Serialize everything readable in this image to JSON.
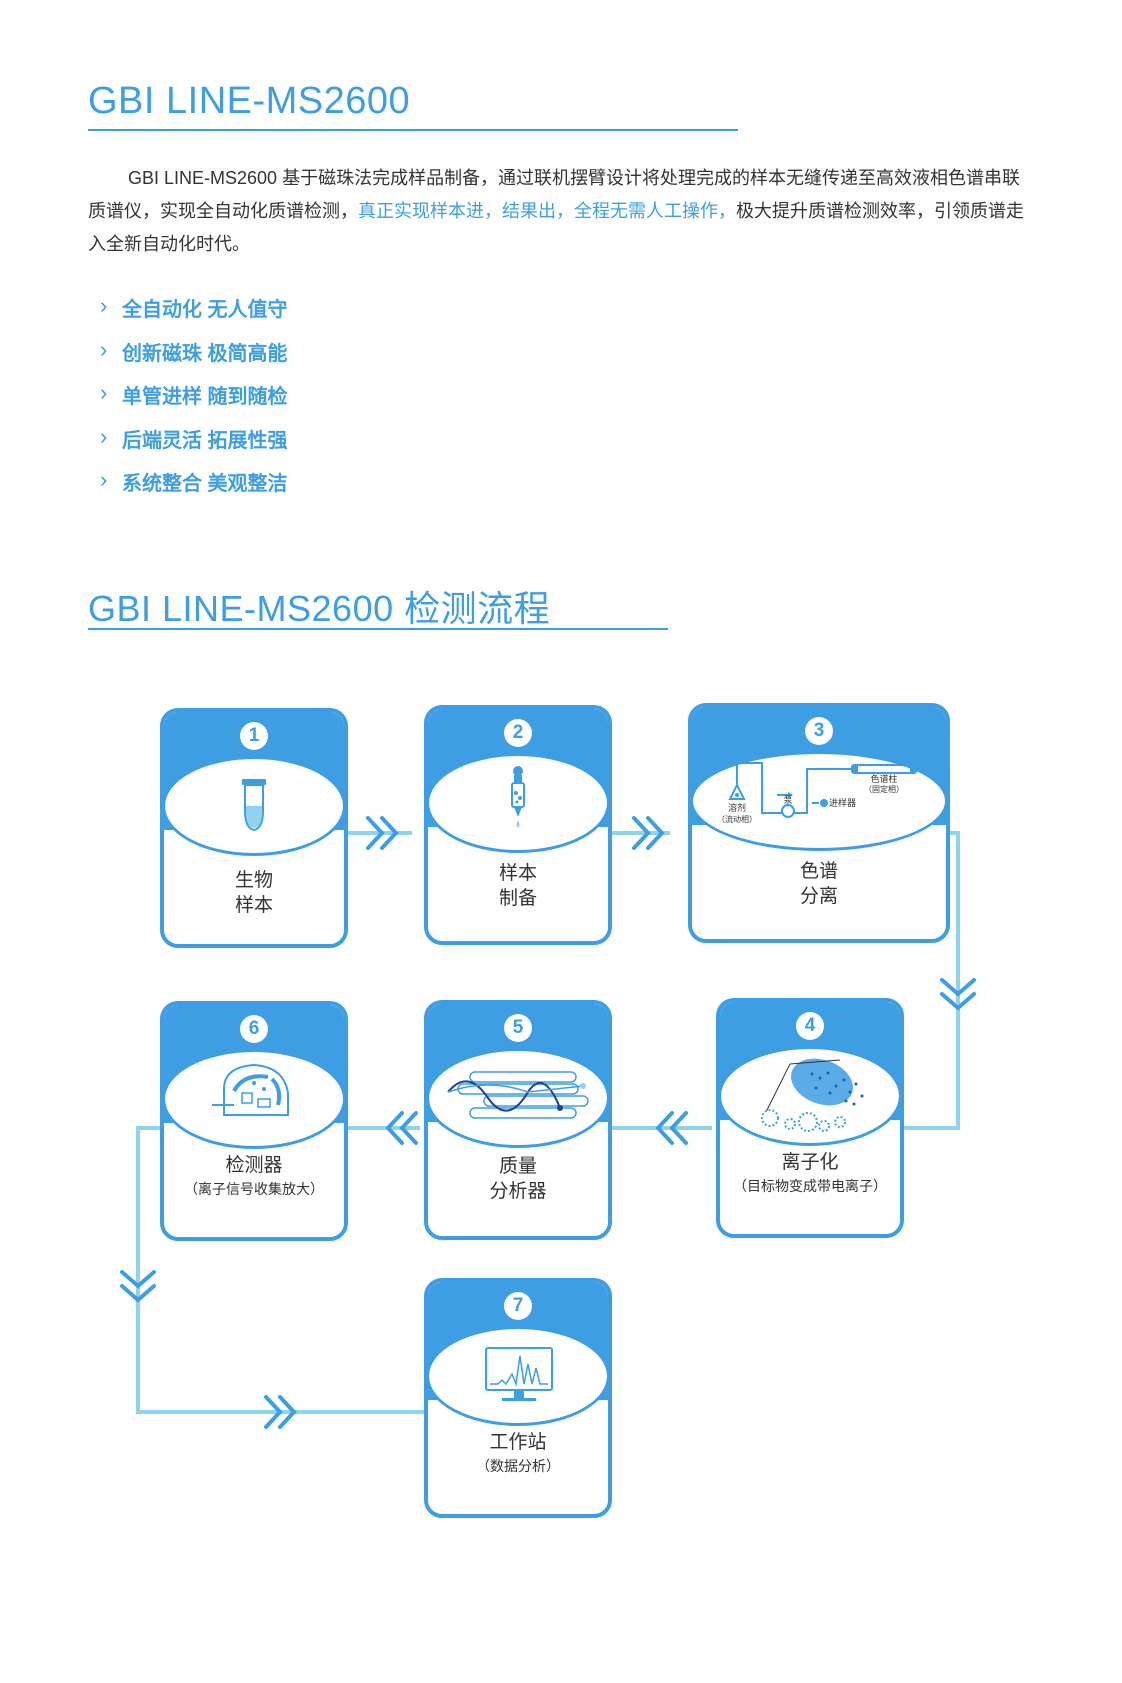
{
  "section1": {
    "title": "GBI LINE-MS2600",
    "intro_part1": "GBI LINE-MS2600 基于磁珠法完成样品制备，通过联机摆臂设计将处理完成的样本无缝传递至高效液相色谱串联质谱仪，实现全自动化质谱检测，",
    "intro_highlight": "真正实现样本进，结果出，全程无需人工操作，",
    "intro_part2": "极大提升质谱检测效率，引领质谱走入全新自动化时代。",
    "features": [
      "全自动化 无人值守",
      "创新磁珠 极简高能",
      "单管进样 随到随检",
      "后端灵活 拓展性强",
      "系统整合 美观整洁"
    ]
  },
  "section2": {
    "title": "GBI LINE-MS2600 检测流程"
  },
  "steps": [
    {
      "num": "1",
      "label_line1": "生物",
      "label_line2": "样本",
      "sub": ""
    },
    {
      "num": "2",
      "label_line1": "样本",
      "label_line2": "制备",
      "sub": ""
    },
    {
      "num": "3",
      "label_line1": "色谱",
      "label_line2": "分离",
      "sub": "",
      "icon_labels": {
        "solvent": "溶剂",
        "solvent_sub": "（流动相）",
        "pump": "泵",
        "injector": "进样器",
        "column": "色谱柱",
        "column_sub": "（固定相）"
      }
    },
    {
      "num": "4",
      "label_line1": "离子化",
      "label_line2": "",
      "sub": "（目标物变成带电离子）"
    },
    {
      "num": "5",
      "label_line1": "质量",
      "label_line2": "分析器",
      "sub": ""
    },
    {
      "num": "6",
      "label_line1": "检测器",
      "label_line2": "",
      "sub": "（离子信号收集放大）"
    },
    {
      "num": "7",
      "label_line1": "工作站",
      "label_line2": "",
      "sub": "（数据分析）"
    }
  ],
  "colors": {
    "accent": "#3d9ee4",
    "connector": "#8fd3ee",
    "arrow": "#3d9ee4"
  },
  "icons": [
    "tube-icon",
    "pipette-icon",
    "chromatography-icon",
    "ionization-icon",
    "quadrupole-icon",
    "detector-icon",
    "monitor-icon"
  ]
}
